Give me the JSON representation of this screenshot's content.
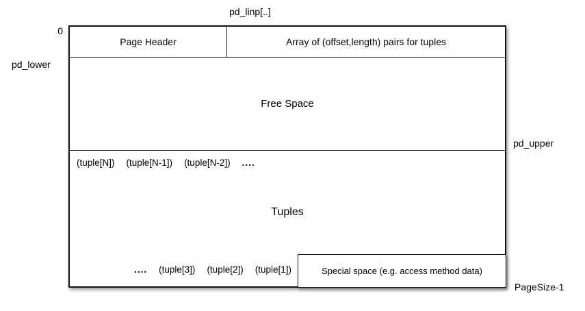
{
  "labels": {
    "pd_linp": "pd_linp[..]",
    "zero": "0",
    "pd_lower": "pd_lower",
    "pd_upper": "pd_upper",
    "pagesize": "PageSize-1"
  },
  "header": {
    "page_header": "Page Header",
    "line_array": "Array of (offset,length) pairs for tuples"
  },
  "free_space": "Free Space",
  "tuples": {
    "title": "Tuples",
    "top": [
      "(tuple[N])",
      "(tuple[N-1])",
      "(tuple[N-2])",
      "...."
    ],
    "bottom": [
      "....",
      "(tuple[3])",
      "(tuple[2])",
      "(tuple[1])"
    ]
  },
  "special": "Special space (e.g. access method data)"
}
